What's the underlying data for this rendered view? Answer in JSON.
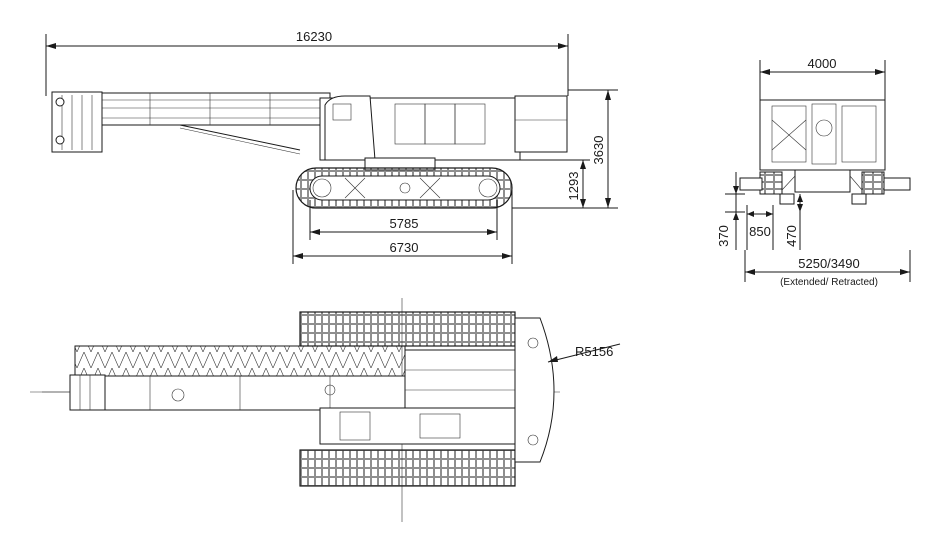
{
  "side_view": {
    "overall_length": "16230",
    "overall_height": "3630",
    "counterweight_clearance": "1293",
    "track_contact_length": "5785",
    "track_overall_length": "6730"
  },
  "front_view": {
    "upper_width": "4000",
    "ground_clearance": "370",
    "outrigger_offset": "850",
    "track_height": "470",
    "track_gauge": "5250/3490",
    "track_gauge_note": "(Extended/ Retracted)"
  },
  "top_view": {
    "tail_swing_radius": "R5156"
  }
}
